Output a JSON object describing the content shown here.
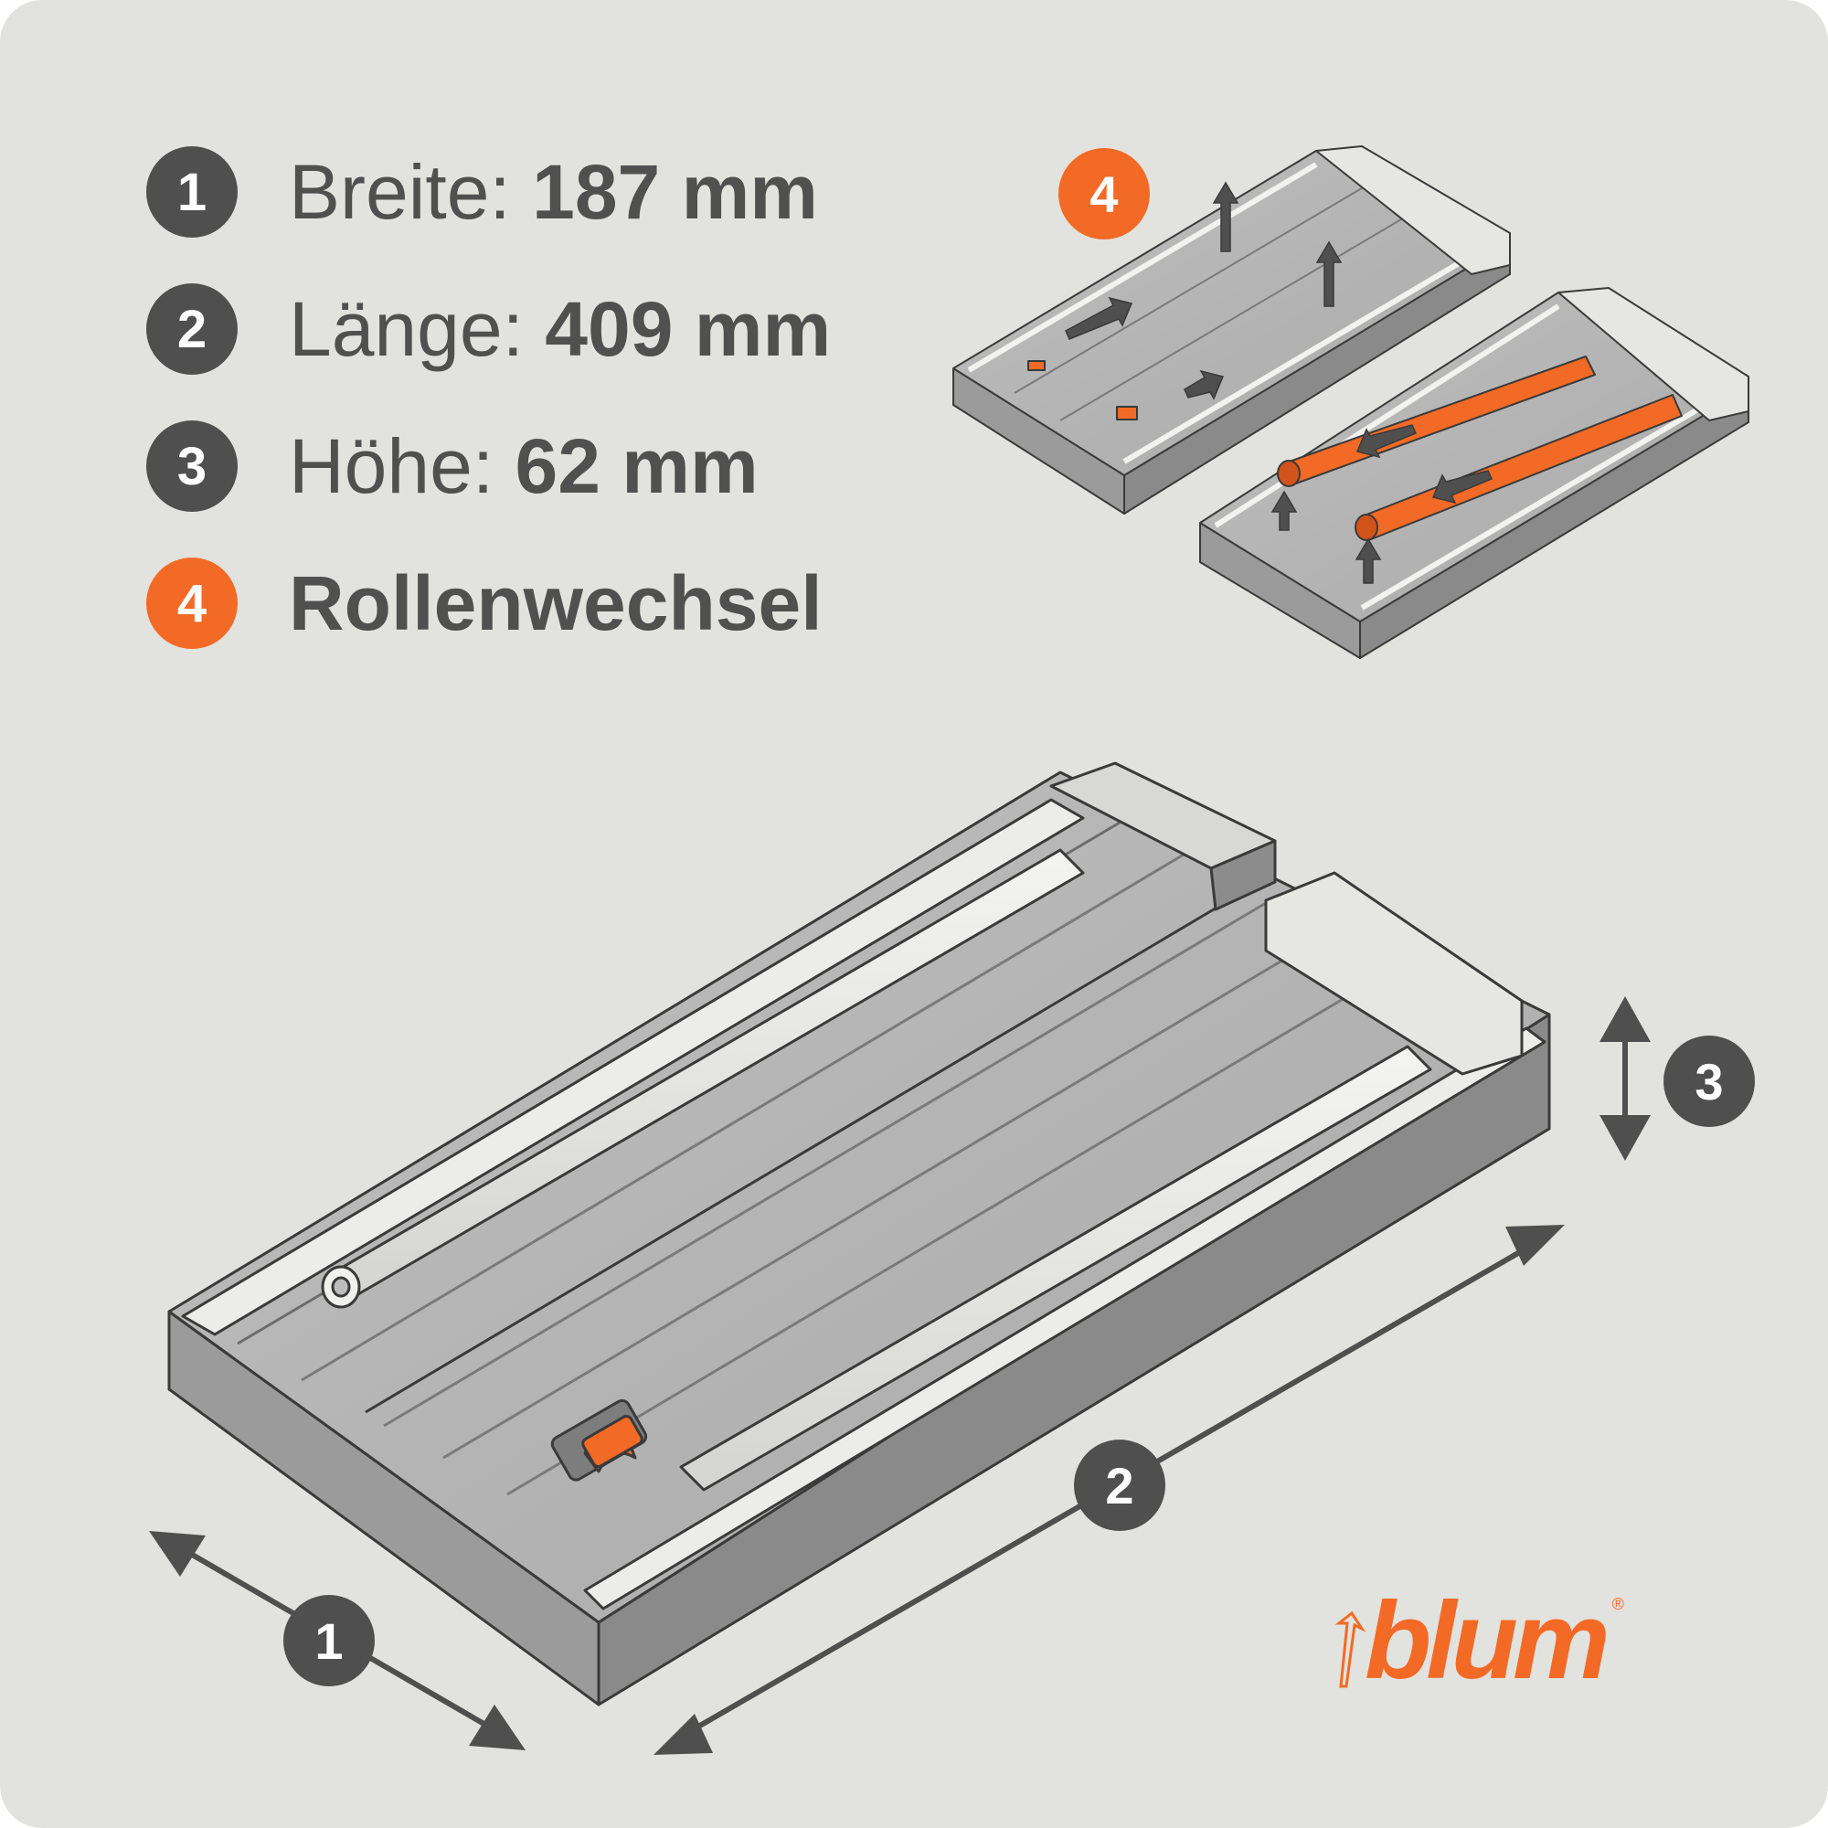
{
  "colors": {
    "background": "#e2e2de",
    "badge_dark": "#4f4f4f",
    "accent_orange": "#f26a25",
    "text": "#505050"
  },
  "specs": [
    {
      "number": "1",
      "label": "Breite: ",
      "value": "187 mm",
      "badge_color": "#4f4f4f"
    },
    {
      "number": "2",
      "label": "Länge: ",
      "value": "409 mm",
      "badge_color": "#4f4f4f"
    },
    {
      "number": "3",
      "label": "Höhe: ",
      "value": "62 mm",
      "badge_color": "#4f4f4f"
    },
    {
      "number": "4",
      "label": "Rollenwechsel",
      "value": "",
      "badge_color": "#f26a25"
    }
  ],
  "dimension_markers": {
    "width": "1",
    "length": "2",
    "height": "3",
    "roll_change": "4"
  },
  "brand": {
    "name": "blum",
    "registered_mark": "®",
    "color": "#f26a25"
  },
  "icons": [
    "arrow-up-icon",
    "arrow-right-icon",
    "arrow-left-icon",
    "double-arrow-icon",
    "blum-logo-icon"
  ]
}
